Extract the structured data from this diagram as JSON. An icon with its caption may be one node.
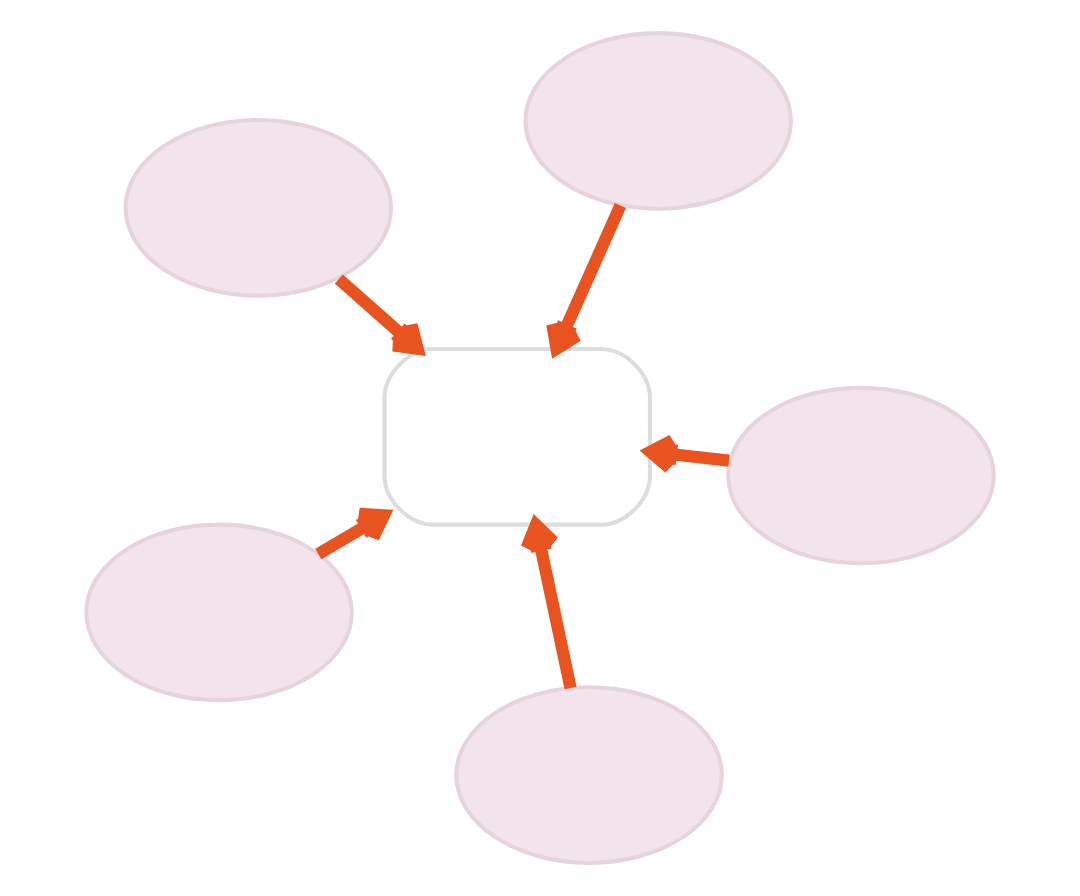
{
  "diagram": {
    "nodes": [
      {
        "text": [],
        "shape": "circle"
      },
      {
        "text": [],
        "shape": "circle"
      },
      {
        "text": [],
        "shape": "circle"
      },
      {
        "text": [],
        "shape": "box"
      },
      {
        "text": [],
        "shape": "circle"
      },
      {
        "text": [],
        "shape": "circle"
      }
    ],
    "edges": [
      {
        "from": 0,
        "to": 3,
        "arrow": "to"
      },
      {
        "from": 1,
        "to": 3,
        "arrow": "to"
      },
      {
        "from": 2,
        "to": 3,
        "arrow": "to"
      },
      {
        "from": 4,
        "to": 3,
        "arrow": "to"
      },
      {
        "from": 5,
        "to": 3,
        "arrow": "to"
      }
    ]
  }
}
